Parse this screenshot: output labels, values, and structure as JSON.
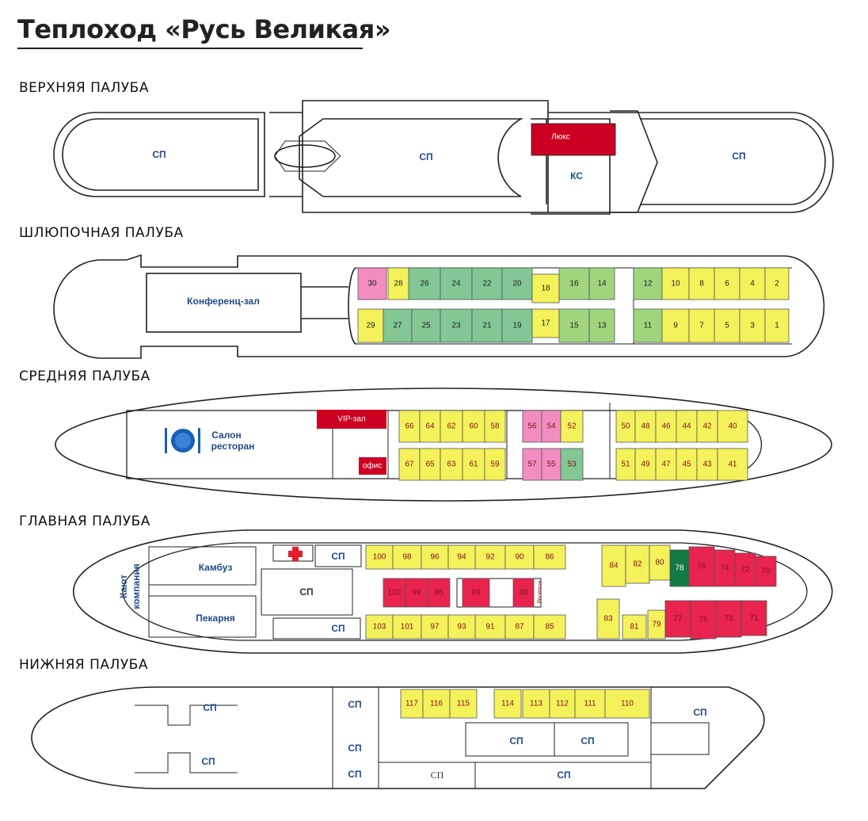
{
  "title": "Теплоход «Русь Великая»",
  "colors": {
    "yellow": "#f4f25a",
    "lightgreen": "#9ed57d",
    "midgreen": "#82c794",
    "pink": "#f28ebf",
    "red": "#cc0022",
    "crimson": "#e8244f",
    "darkgreen": "#127a44",
    "blue": "#234a8a"
  },
  "decks": {
    "upper": {
      "label": "ВЕРХНЯЯ ПАЛУБА",
      "sp1": "СП",
      "sp2": "СП",
      "sp3": "СП",
      "lux": "Люкс",
      "ks": "КС"
    },
    "boat": {
      "label": "ШЛЮПОЧНАЯ ПАЛУБА",
      "conf": "Конференц-зал",
      "top": [
        {
          "n": "30",
          "c": "pink"
        },
        {
          "n": "28",
          "c": "yellow"
        },
        {
          "n": "26",
          "c": "midgreen"
        },
        {
          "n": "24",
          "c": "midgreen"
        },
        {
          "n": "22",
          "c": "midgreen"
        },
        {
          "n": "20",
          "c": "midgreen"
        },
        {
          "n": "18",
          "c": "yellow"
        },
        {
          "n": "16",
          "c": "lightgreen"
        },
        {
          "n": "14",
          "c": "lightgreen"
        },
        {
          "n": "12",
          "c": "lightgreen"
        },
        {
          "n": "10",
          "c": "yellow"
        },
        {
          "n": "8",
          "c": "yellow"
        },
        {
          "n": "6",
          "c": "yellow"
        },
        {
          "n": "4",
          "c": "yellow"
        },
        {
          "n": "2",
          "c": "yellow"
        }
      ],
      "bottom": [
        {
          "n": "29",
          "c": "yellow"
        },
        {
          "n": "27",
          "c": "midgreen"
        },
        {
          "n": "25",
          "c": "midgreen"
        },
        {
          "n": "23",
          "c": "midgreen"
        },
        {
          "n": "21",
          "c": "midgreen"
        },
        {
          "n": "19",
          "c": "midgreen"
        },
        {
          "n": "17",
          "c": "yellow"
        },
        {
          "n": "15",
          "c": "lightgreen"
        },
        {
          "n": "13",
          "c": "lightgreen"
        },
        {
          "n": "11",
          "c": "lightgreen"
        },
        {
          "n": "9",
          "c": "yellow"
        },
        {
          "n": "7",
          "c": "yellow"
        },
        {
          "n": "5",
          "c": "yellow"
        },
        {
          "n": "3",
          "c": "yellow"
        },
        {
          "n": "1",
          "c": "yellow"
        }
      ]
    },
    "middle": {
      "label": "СРЕДНЯЯ ПАЛУБА",
      "salon1": "Салон",
      "salon2": "ресторан",
      "vip": "VIP-зал",
      "office": "офис",
      "top": [
        {
          "n": "66",
          "c": "yellow"
        },
        {
          "n": "64",
          "c": "yellow"
        },
        {
          "n": "62",
          "c": "yellow"
        },
        {
          "n": "60",
          "c": "yellow"
        },
        {
          "n": "58",
          "c": "yellow"
        },
        {
          "n": "56",
          "c": "pink"
        },
        {
          "n": "54",
          "c": "pink"
        },
        {
          "n": "52",
          "c": "yellow"
        },
        {
          "n": "50",
          "c": "yellow"
        },
        {
          "n": "48",
          "c": "yellow"
        },
        {
          "n": "46",
          "c": "yellow"
        },
        {
          "n": "44",
          "c": "yellow"
        },
        {
          "n": "42",
          "c": "yellow"
        },
        {
          "n": "40",
          "c": "yellow"
        }
      ],
      "bottom": [
        {
          "n": "67",
          "c": "yellow"
        },
        {
          "n": "65",
          "c": "yellow"
        },
        {
          "n": "63",
          "c": "yellow"
        },
        {
          "n": "61",
          "c": "yellow"
        },
        {
          "n": "59",
          "c": "yellow"
        },
        {
          "n": "57",
          "c": "pink"
        },
        {
          "n": "55",
          "c": "pink"
        },
        {
          "n": "53",
          "c": "midgreen"
        },
        {
          "n": "51",
          "c": "yellow"
        },
        {
          "n": "49",
          "c": "yellow"
        },
        {
          "n": "47",
          "c": "yellow"
        },
        {
          "n": "45",
          "c": "yellow"
        },
        {
          "n": "43",
          "c": "yellow"
        },
        {
          "n": "41",
          "c": "yellow"
        }
      ]
    },
    "main": {
      "label": "ГЛАВНАЯ ПАЛУБА",
      "mess1": "Кают",
      "mess2": "компания",
      "galley": "Камбуз",
      "bakery": "Пекарня",
      "sp1": "СП",
      "sp2": "СП",
      "sp3": "СП",
      "reception": "Ресепшн",
      "top": [
        {
          "n": "100",
          "c": "yellow"
        },
        {
          "n": "98",
          "c": "yellow"
        },
        {
          "n": "96",
          "c": "yellow"
        },
        {
          "n": "94",
          "c": "yellow"
        },
        {
          "n": "92",
          "c": "yellow"
        },
        {
          "n": "90",
          "c": "yellow"
        },
        {
          "n": "86",
          "c": "yellow"
        },
        {
          "n": "84",
          "c": "yellow"
        },
        {
          "n": "82",
          "c": "yellow"
        },
        {
          "n": "80",
          "c": "yellow"
        },
        {
          "n": "78",
          "c": "darkgreen"
        },
        {
          "n": "76",
          "c": "crimson"
        },
        {
          "n": "74",
          "c": "crimson"
        },
        {
          "n": "72",
          "c": "crimson"
        },
        {
          "n": "70",
          "c": "crimson"
        }
      ],
      "middle": [
        {
          "n": "102",
          "c": "crimson"
        },
        {
          "n": "99",
          "c": "crimson"
        },
        {
          "n": "95",
          "c": "crimson"
        },
        {
          "n": "89",
          "c": "crimson"
        },
        {
          "n": "88",
          "c": "crimson"
        }
      ],
      "bottom": [
        {
          "n": "103",
          "c": "yellow"
        },
        {
          "n": "101",
          "c": "yellow"
        },
        {
          "n": "97",
          "c": "yellow"
        },
        {
          "n": "93",
          "c": "yellow"
        },
        {
          "n": "91",
          "c": "yellow"
        },
        {
          "n": "87",
          "c": "yellow"
        },
        {
          "n": "85",
          "c": "yellow"
        },
        {
          "n": "83",
          "c": "yellow"
        },
        {
          "n": "81",
          "c": "yellow"
        },
        {
          "n": "79",
          "c": "yellow"
        },
        {
          "n": "77",
          "c": "crimson"
        },
        {
          "n": "75",
          "c": "crimson"
        },
        {
          "n": "73",
          "c": "crimson"
        },
        {
          "n": "71",
          "c": "crimson"
        }
      ]
    },
    "lower": {
      "label": "НИЖНЯЯ ПАЛУБА",
      "sp": [
        "СП",
        "СП",
        "СП",
        "СП",
        "СП",
        "СП",
        "СП",
        "СП",
        "СП",
        "СП"
      ],
      "cabins": [
        {
          "n": "117",
          "c": "yellow"
        },
        {
          "n": "116",
          "c": "yellow"
        },
        {
          "n": "115",
          "c": "yellow"
        },
        {
          "n": "114",
          "c": "yellow"
        },
        {
          "n": "113",
          "c": "yellow"
        },
        {
          "n": "112",
          "c": "yellow"
        },
        {
          "n": "111",
          "c": "yellow"
        },
        {
          "n": "110",
          "c": "yellow"
        }
      ]
    }
  }
}
